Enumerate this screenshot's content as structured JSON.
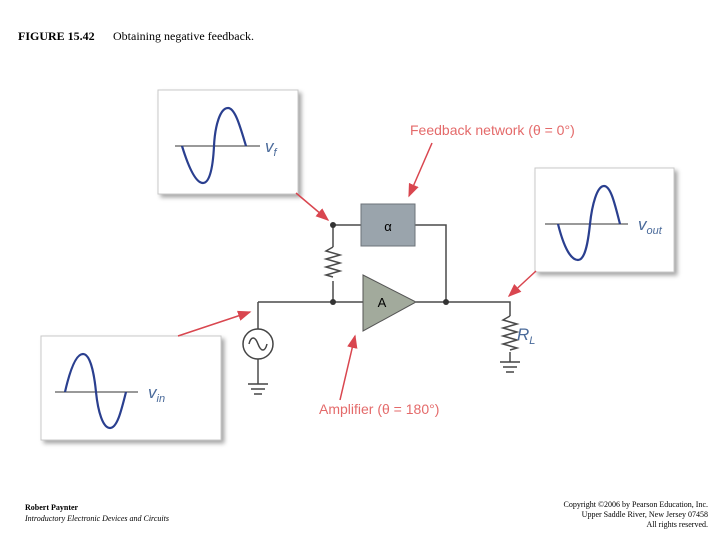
{
  "figure": {
    "label": "FIGURE 15.42",
    "caption": "Obtaining negative feedback."
  },
  "callouts": {
    "feedback_network": "Feedback network (θ = 0°)",
    "amplifier": "Amplifier (θ = 180°)"
  },
  "signals": {
    "vf": {
      "main": "v",
      "sub": "f"
    },
    "vout": {
      "main": "v",
      "sub": "out"
    },
    "vin": {
      "main": "v",
      "sub": "in"
    }
  },
  "components": {
    "feedback_block": "α",
    "amplifier": "A",
    "load": {
      "main": "R",
      "sub": "L"
    }
  },
  "footer": {
    "author": "Robert Paynter",
    "book": "Introductory Electronic Devices and Circuits",
    "copyright_lines": [
      "Copyright ©2006 by Pearson Education, Inc.",
      "Upper Saddle River, New Jersey 07458",
      "All rights reserved."
    ]
  },
  "colors": {
    "callout_text": "#e46a6a",
    "arrow": "#d9464f",
    "panel_fill": "#ffffff",
    "panel_border": "#c8c8c8",
    "wave": "#2a3f8f",
    "block_fill": "#9aa4ac",
    "amplifier_fill": "#a2aa9c",
    "wire": "#4a4a4a"
  }
}
